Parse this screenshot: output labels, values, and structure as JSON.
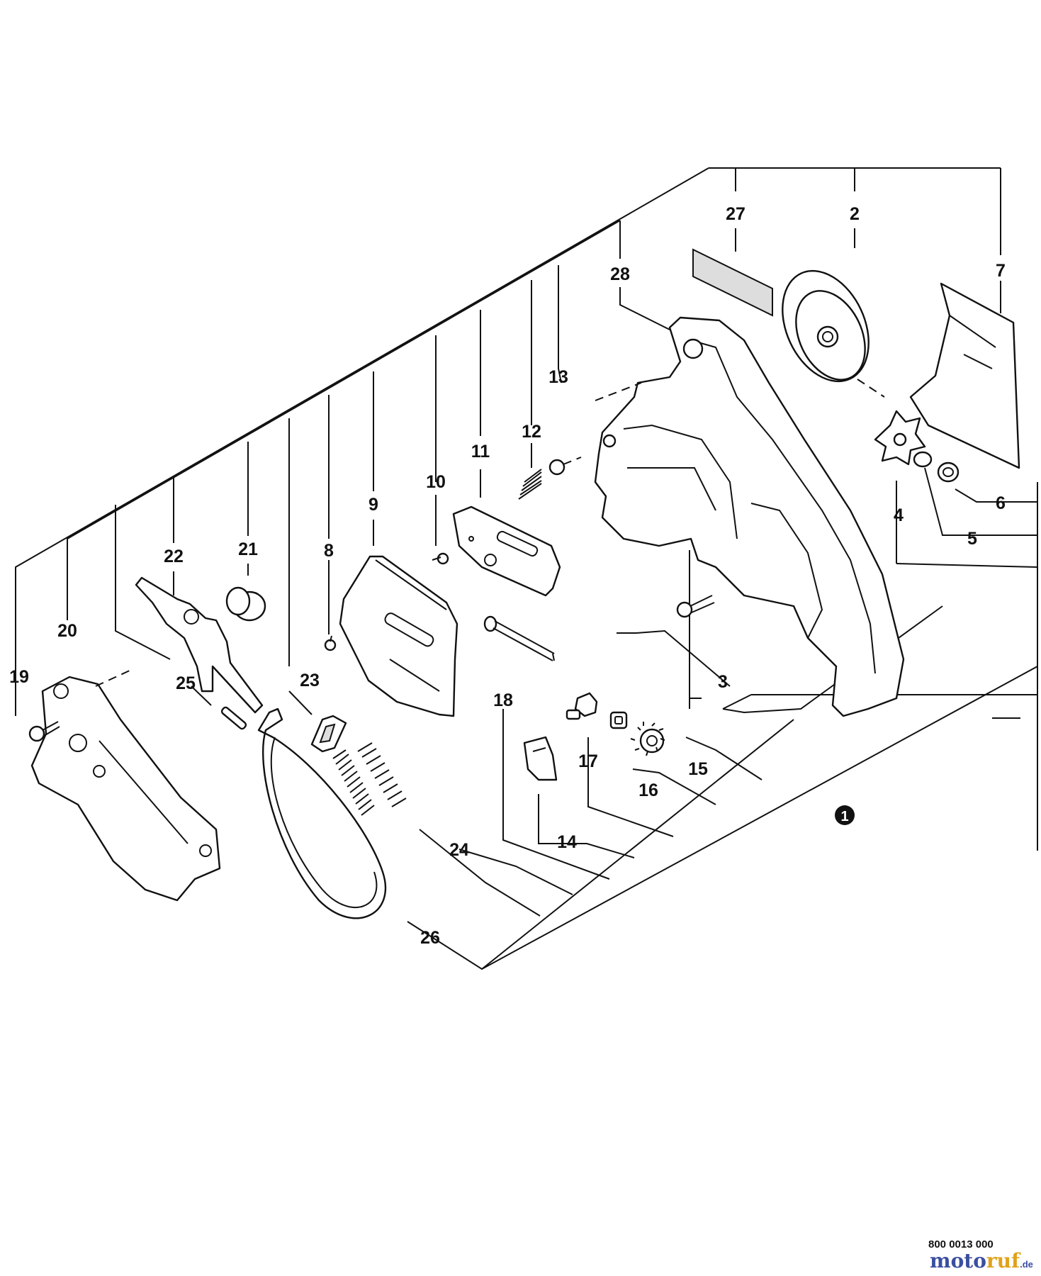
{
  "diagram": {
    "assembly_marker": "1",
    "drawing_number": "800 0013 000",
    "watermark": {
      "part1": "moto",
      "part2": "ruf",
      "suffix": ".de"
    },
    "callouts": [
      "2",
      "3",
      "4",
      "5",
      "6",
      "7",
      "8",
      "9",
      "10",
      "11",
      "12",
      "13",
      "14",
      "15",
      "16",
      "17",
      "18",
      "19",
      "20",
      "21",
      "22",
      "23",
      "24",
      "25",
      "26",
      "27",
      "28"
    ]
  }
}
